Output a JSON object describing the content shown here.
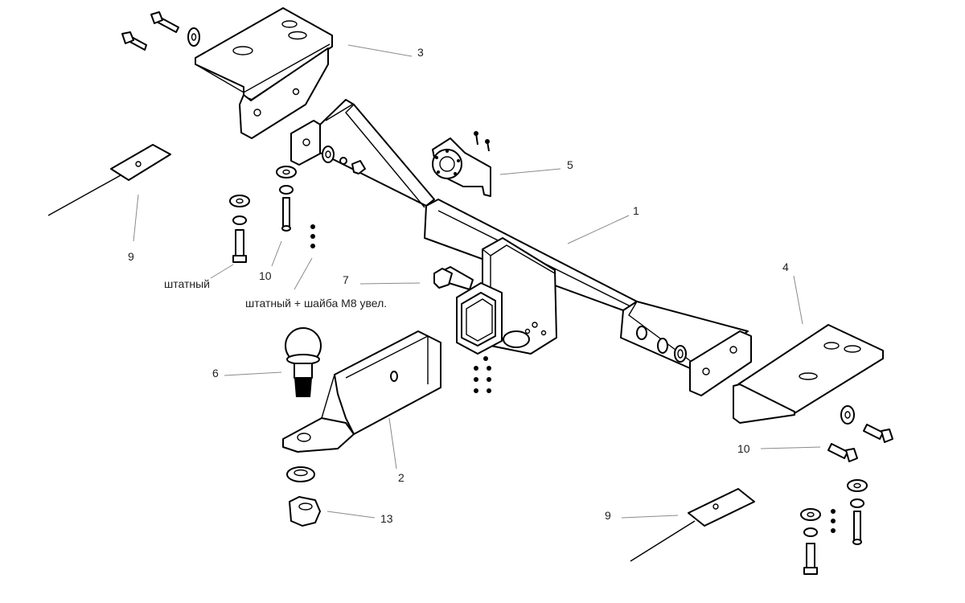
{
  "callouts": {
    "c1": "1",
    "c2": "2",
    "c3": "3",
    "c4": "4",
    "c5": "5",
    "c6": "6",
    "c7": "7",
    "c9_left": "9",
    "c9_right": "9",
    "c10_left": "10",
    "c10_right": "10",
    "c13": "13"
  },
  "notes": {
    "stock_bolt": "штатный",
    "stock_bolt_washer": "штатный + шайба М8 увел."
  }
}
